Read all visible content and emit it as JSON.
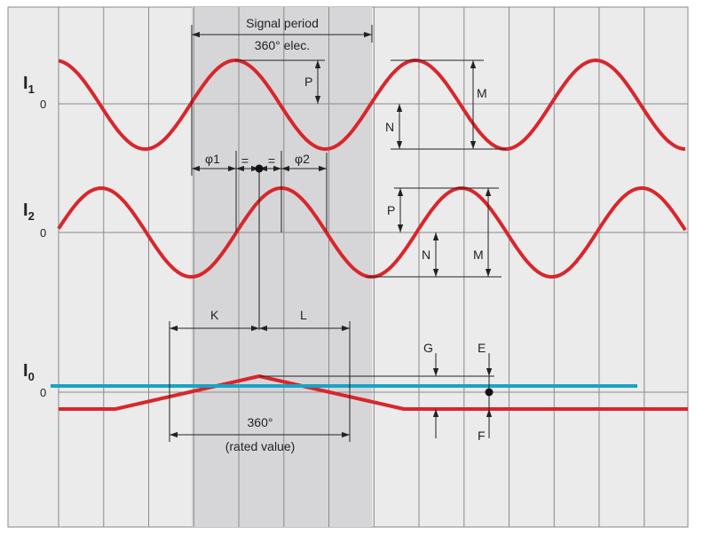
{
  "colors": {
    "background": "#ebebec",
    "shade": "#d6d6d8",
    "grid": "#8a8a8a",
    "signal": "#d9262b",
    "reference": "#1aa3c4",
    "dimension": "#222222"
  },
  "signals": {
    "i1": {
      "letter": "I",
      "index": "1",
      "zero": "0"
    },
    "i2": {
      "letter": "I",
      "index": "2",
      "zero": "0"
    },
    "i0": {
      "letter": "I",
      "index": "0",
      "zero": "0"
    }
  },
  "labels": {
    "signal_period_line1": "Signal period",
    "signal_period_line2": "360° elec.",
    "p": "P",
    "m": "M",
    "n": "N",
    "phi1": "φ1",
    "phi2": "φ2",
    "equal": "=",
    "k": "K",
    "l": "L",
    "g": "G",
    "e": "E",
    "f": "F",
    "rated_line1": "360°",
    "rated_line2": "(rated value)"
  }
}
